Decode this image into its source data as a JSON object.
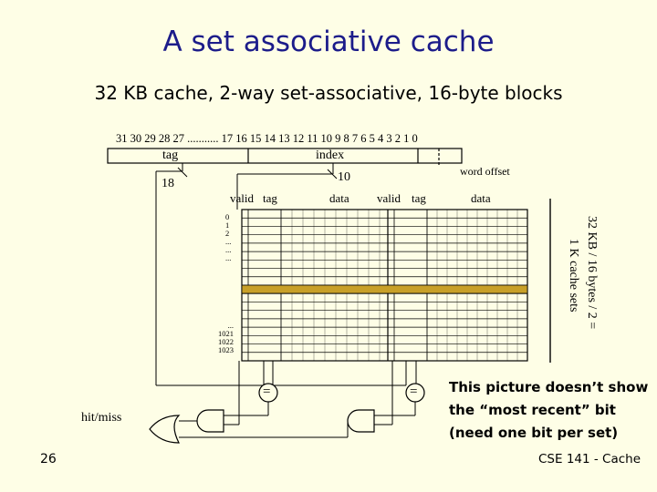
{
  "title": "A set associative cache",
  "subtitle": "32 KB cache, 2-way set-associative, 16-byte blocks",
  "address": {
    "bit_numbers": "31 30 29 28 27 ........... 17 16 15 14 13 12 11 10 9 8 7 6 5 4 3 2 1 0",
    "tag_label": "tag",
    "index_label": "index",
    "word_offset_label": "word offset",
    "tag_width": "18",
    "index_width": "10"
  },
  "columns": {
    "way1_valid": "valid",
    "way1_tag": "tag",
    "way1_data": "data",
    "way2_valid": "valid",
    "way2_tag": "tag",
    "way2_data": "data"
  },
  "row_indices_top": [
    "0",
    "1",
    "2",
    "...",
    "...",
    "..."
  ],
  "row_indices_bottom": [
    "...",
    "1021",
    "1022",
    "1023"
  ],
  "side_label_line1": "32 KB / 16 bytes / 2 =",
  "side_label_line2": "1 K cache sets",
  "comparator_symbol": "=",
  "hit_miss_label": "hit/miss",
  "note": "This picture doesn’t show the “most recent” bit (need one bit per set)",
  "footer": "CSE 141 - Cache",
  "page_number": "26",
  "colors": {
    "title": "#1c1c8a",
    "highlight_row": "#c8a028",
    "background": "#fefee6"
  }
}
